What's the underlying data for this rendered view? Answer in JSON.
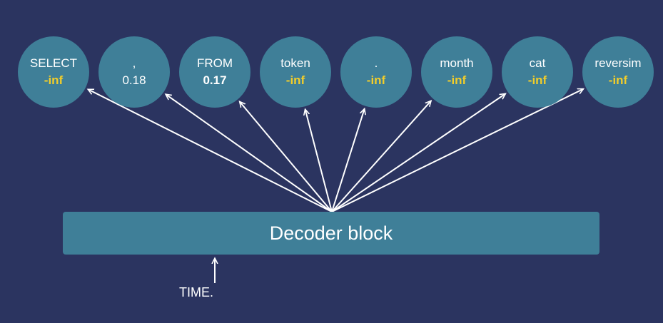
{
  "tokens": [
    {
      "word": "SELECT",
      "score": "-inf"
    },
    {
      "word": ",",
      "score": "0.18"
    },
    {
      "word": "FROM",
      "score": "0.17"
    },
    {
      "word": "token",
      "score": "-inf"
    },
    {
      "word": ".",
      "score": "-inf"
    },
    {
      "word": "month",
      "score": "-inf"
    },
    {
      "word": "cat",
      "score": "-inf"
    },
    {
      "word": "reversim",
      "score": "-inf"
    }
  ],
  "decoder": {
    "label": "Decoder block"
  },
  "input": {
    "label": "TIME."
  },
  "colors": {
    "background": "#2b3460",
    "node": "#3f7f98",
    "masked_score": "#f1cd2b",
    "arrow": "#ffffff"
  }
}
